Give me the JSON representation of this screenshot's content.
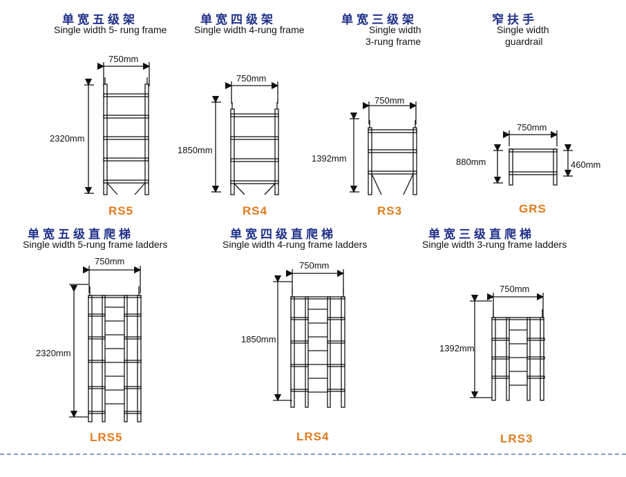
{
  "frames": [
    {
      "cn": "单宽五级架",
      "en": "Single width 5- rung frame",
      "code": "RS5",
      "width": "750mm",
      "height": "2320mm"
    },
    {
      "cn": "单宽四级架",
      "en": "Single width 4-rung frame",
      "code": "RS4",
      "width": "750mm",
      "height": "1850mm"
    },
    {
      "cn": "单宽三级架",
      "en": "Single width",
      "en2": "3-rung frame",
      "code": "RS3",
      "width": "750mm",
      "height": "1392mm"
    },
    {
      "cn": "窄扶手",
      "en": "Single width",
      "en2": "guardrail",
      "code": "GRS",
      "width": "750mm",
      "height": "880mm",
      "height2": "460mm"
    }
  ],
  "ladders": [
    {
      "cn": "单宽五级直爬梯",
      "en": "Single width 5-rung  frame  ladders",
      "code": "LRS5",
      "width": "750mm",
      "height": "2320mm"
    },
    {
      "cn": "单宽四级直爬梯",
      "en": "Single  width 4-rung  frame  ladders",
      "code": "LRS4",
      "width": "750mm",
      "height": "1850mm"
    },
    {
      "cn": "单宽三级直爬梯",
      "en": "Single width 3-rung  frame  ladders",
      "code": "LRS3",
      "width": "750mm",
      "height": "1392mm"
    }
  ],
  "colors": {
    "title": "#1f2f8a",
    "code": "#e07a1a",
    "rule": "#7fa0c8"
  }
}
